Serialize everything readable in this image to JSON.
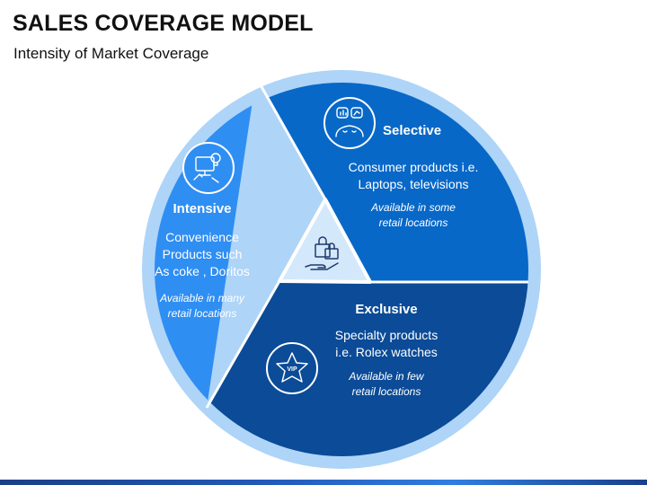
{
  "header": {
    "title": "SALES COVERAGE MODEL",
    "subtitle": "Intensity of Market Coverage"
  },
  "colors": {
    "ring": "#aed4f8",
    "intensive": "#2f8ef2",
    "selective": "#0868c8",
    "exclusive": "#0b4b97",
    "center": "#d3e8fb"
  },
  "segments": {
    "intensive": {
      "title": "Intensive",
      "desc": [
        "Convenience",
        "Products such",
        "As coke , Doritos"
      ],
      "note": [
        "Available in many",
        "retail locations"
      ],
      "icon": "digital-services-icon"
    },
    "selective": {
      "title": "Selective",
      "desc": [
        "Consumer products i.e.",
        "Laptops, televisions"
      ],
      "note": [
        "Available in some",
        "retail locations"
      ],
      "icon": "thinking-devices-icon"
    },
    "exclusive": {
      "title": "Exclusive",
      "desc": [
        "Specialty products",
        "i.e. Rolex watches"
      ],
      "note": [
        "Available in few",
        "retail locations"
      ],
      "icon": "vip-star-icon"
    }
  },
  "center": {
    "icon": "hand-shopping-bag-icon"
  }
}
